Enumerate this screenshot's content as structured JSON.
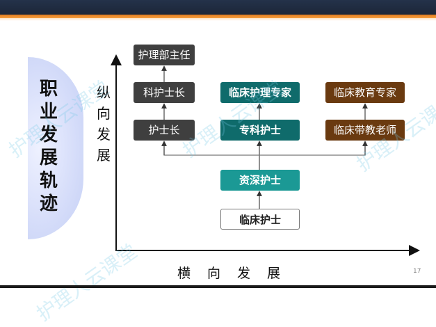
{
  "slide": {
    "title_vertical": [
      "职",
      "业",
      "发",
      "展",
      "轨",
      "迹"
    ],
    "y_axis_label": [
      "纵",
      "向",
      "发",
      "展"
    ],
    "x_axis_label": [
      "横",
      "向",
      "发",
      "展"
    ],
    "page_number": "17"
  },
  "nodes": {
    "management": {
      "director": "护理部主任",
      "dept_head_nurse": "科护士长",
      "head_nurse": "护士长"
    },
    "clinical": {
      "clinical_expert": "临床护理专家",
      "specialist_nurse": "专科护士"
    },
    "education": {
      "education_expert": "临床教育专家",
      "clinical_teacher": "临床带教老师"
    },
    "base": {
      "senior_nurse": "资深护士",
      "clinical_nurse": "临床护士"
    }
  },
  "watermark": "护理人云课堂",
  "colors": {
    "header_bar": "#1f2a3f",
    "accent_orange": "#ef8a2a",
    "management_box": "#3f3f3f",
    "clinical_box": "#0f6b6b",
    "senior_box": "#1b9995",
    "education_box": "#6a3a10",
    "halfcircle": "#d7defa"
  }
}
